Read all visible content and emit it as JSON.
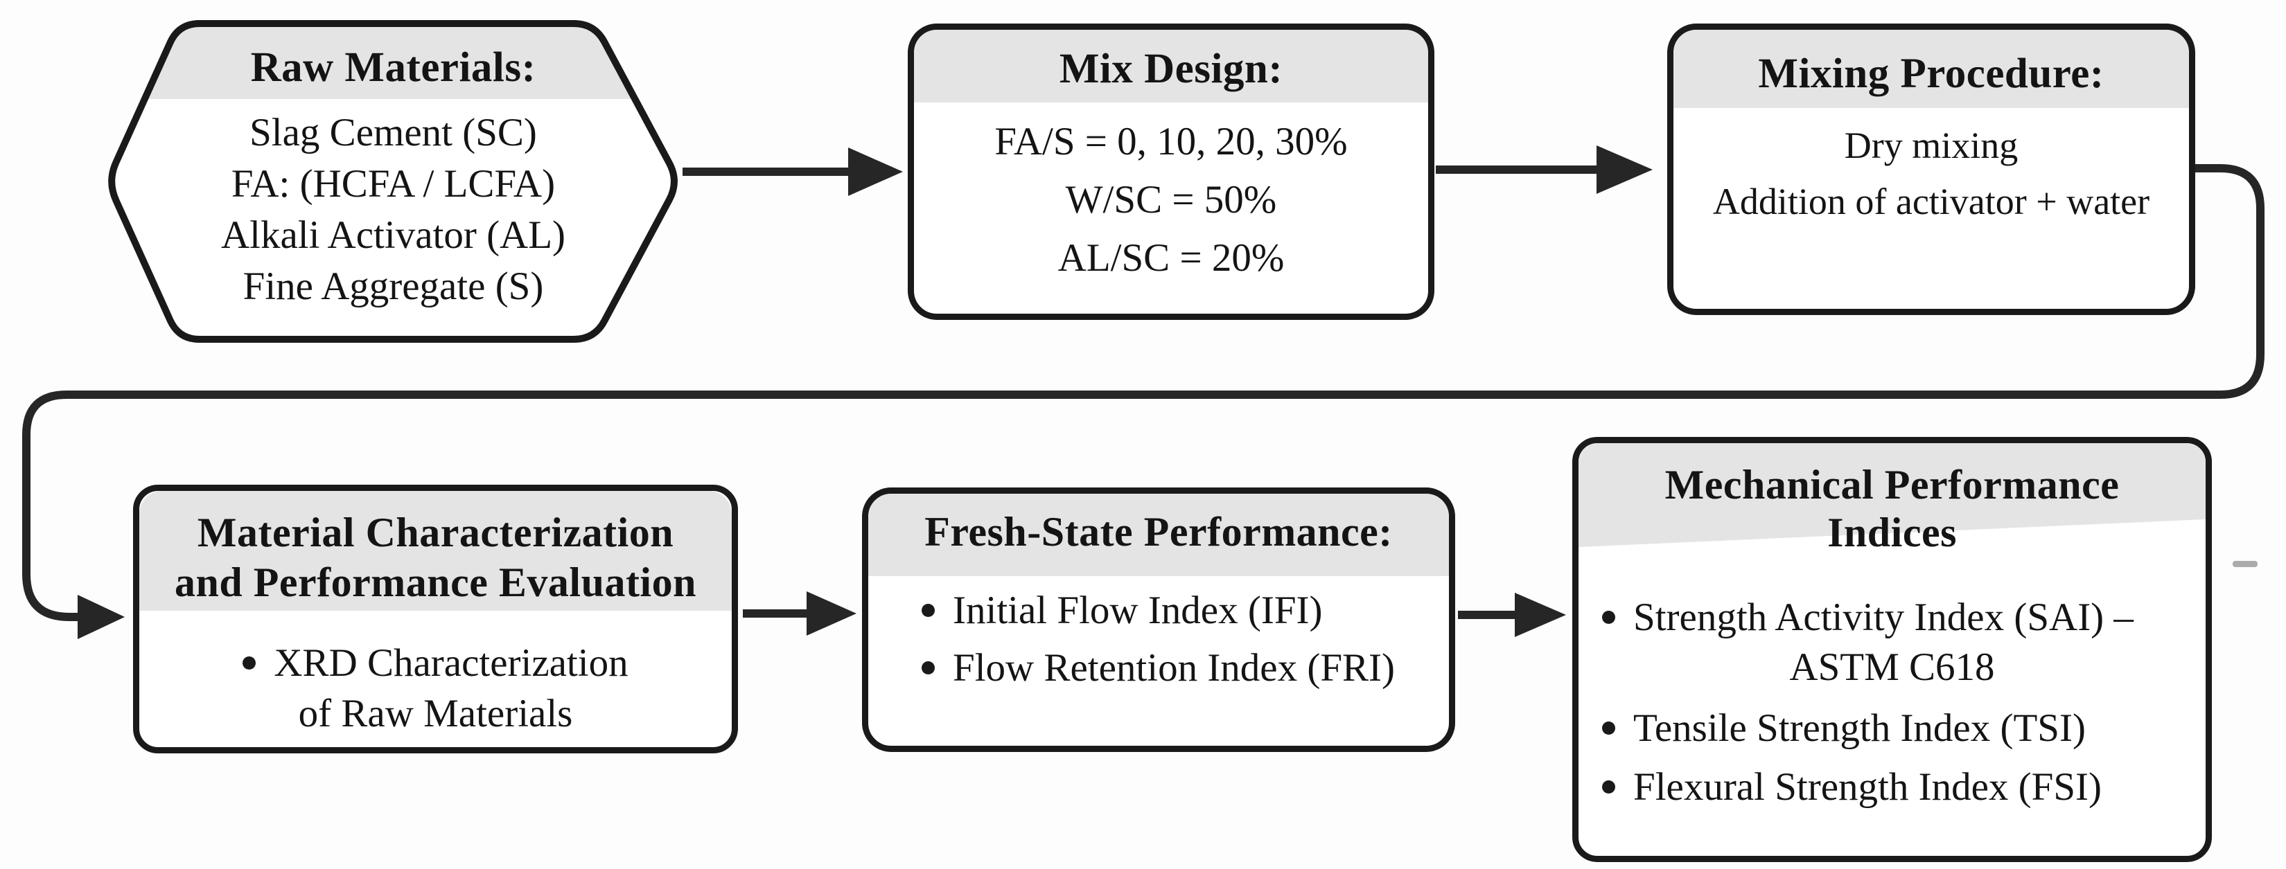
{
  "figure": {
    "type": "flowchart",
    "description": "Experimental program flowchart",
    "colors": {
      "background": "#fdfdfd",
      "border": "#1a1a1a",
      "header_band": "#e4e4e4",
      "text": "#141414",
      "arrow": "#262626"
    }
  },
  "nodes": {
    "raw_materials": {
      "shape": "hexagon",
      "title": "Raw Materials:",
      "lines": [
        "Slag Cement (SC)",
        "FA: (HCFA / LCFA)",
        "Alkali Activator (AL)",
        "Fine Aggregate (S)"
      ]
    },
    "mix_design": {
      "shape": "rounded-rect",
      "title": "Mix Design:",
      "lines": [
        "FA/S = 0, 10, 20, 30%",
        "W/SC = 50%",
        "AL/SC = 20%"
      ]
    },
    "mixing_procedure": {
      "shape": "rounded-rect",
      "title": "Mixing Procedure:",
      "lines": [
        "Dry mixing",
        "Addition of activator + water"
      ]
    },
    "material_characterization": {
      "shape": "rounded-rect",
      "title_line_1": "Material Characterization",
      "title_line_2": "and Performance Evaluation",
      "bullet_1_line_1": "XRD Characterization",
      "bullet_1_line_2": "of Raw Materials"
    },
    "fresh_state": {
      "shape": "rounded-rect",
      "title": "Fresh-State Performance:",
      "bullets": [
        "Initial Flow Index (IFI)",
        "Flow Retention Index (FRI)"
      ]
    },
    "mechanical_indices": {
      "shape": "rounded-rect",
      "title_line_1": "Mechanical Performance",
      "title_line_2": "Indices",
      "bullet_1_line_1": "Strength Activity Index (SAI) –",
      "bullet_1_line_2": "ASTM C618",
      "bullet_2": "Tensile Strength Index (TSI)",
      "bullet_3": "Flexural Strength Index (FSI)"
    }
  }
}
